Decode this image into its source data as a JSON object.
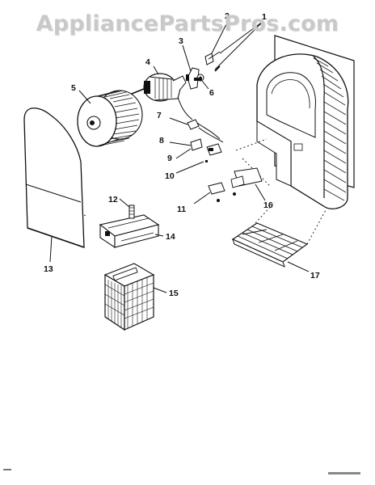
{
  "watermark": "AppliancePartsPros.com",
  "callouts": [
    {
      "id": "p1",
      "text": "1"
    },
    {
      "id": "p2",
      "text": "2"
    },
    {
      "id": "p3",
      "text": "3"
    },
    {
      "id": "p4",
      "text": "4"
    },
    {
      "id": "p5",
      "text": "5"
    },
    {
      "id": "p6",
      "text": "6"
    },
    {
      "id": "p7",
      "text": "7"
    },
    {
      "id": "p8",
      "text": "8"
    },
    {
      "id": "p9",
      "text": "9"
    },
    {
      "id": "p10",
      "text": "10"
    },
    {
      "id": "p11",
      "text": "11"
    },
    {
      "id": "p12",
      "text": "12"
    },
    {
      "id": "p13",
      "text": "13"
    },
    {
      "id": "p14",
      "text": "14"
    },
    {
      "id": "p15",
      "text": "15"
    },
    {
      "id": "p16",
      "text": "16"
    },
    {
      "id": "p17",
      "text": "17"
    }
  ]
}
